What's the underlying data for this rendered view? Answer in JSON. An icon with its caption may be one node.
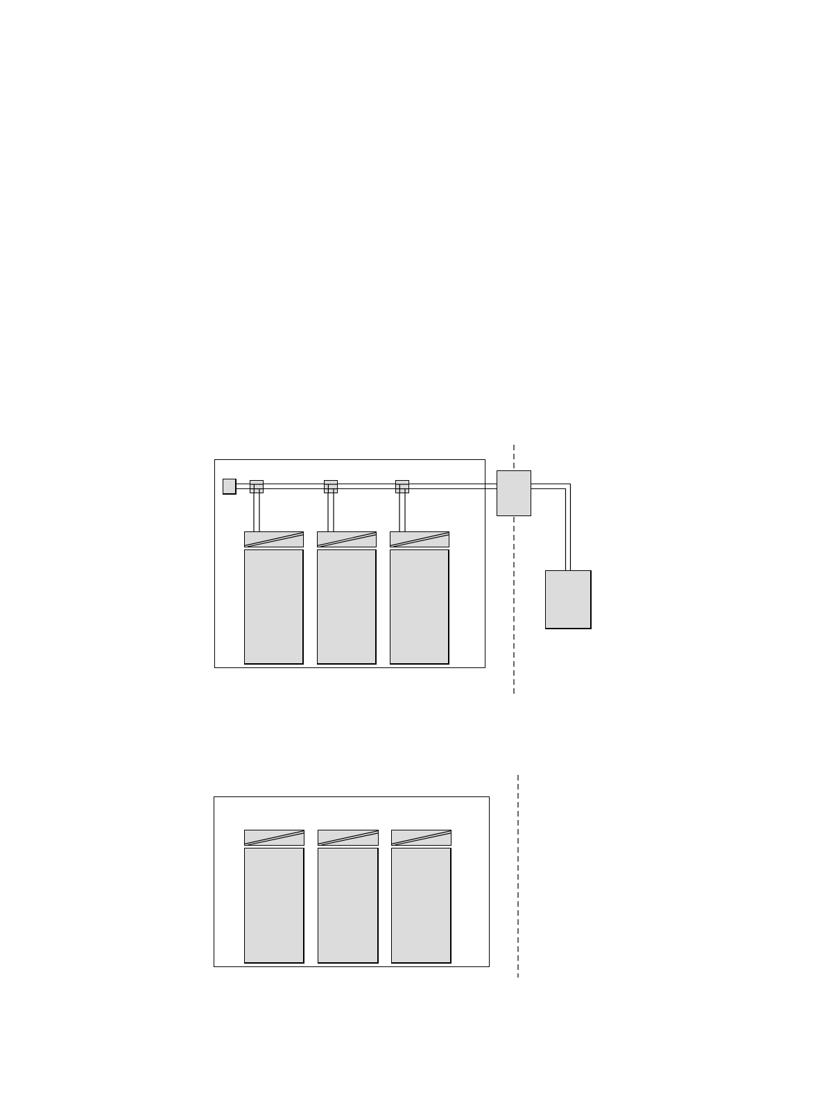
{
  "diagram": {
    "nodes": [
      {
        "text": [],
        "shape": "box"
      },
      {
        "text": [],
        "shape": "box",
        "in": 0
      },
      {
        "text": [],
        "shape": "box",
        "in": 0
      },
      {
        "text": [],
        "shape": "box",
        "in": 0
      },
      {
        "text": [],
        "shape": "box",
        "in": 0
      },
      {
        "text": [],
        "shape": "box",
        "in": 0
      },
      {
        "text": [],
        "shape": "box",
        "in": 0
      },
      {
        "text": [],
        "shape": "box",
        "in": 0
      },
      {
        "text": [],
        "shape": "box",
        "in": 0
      },
      {
        "text": [],
        "shape": "box",
        "in": 0
      },
      {
        "text": [],
        "shape": "box",
        "in": 0
      },
      {
        "text": [],
        "shape": "box"
      },
      {
        "text": [],
        "shape": "box"
      },
      {
        "text": [],
        "shape": "box"
      },
      {
        "text": [],
        "shape": "box",
        "in": 13
      },
      {
        "text": [],
        "shape": "box",
        "in": 13
      },
      {
        "text": [],
        "shape": "box",
        "in": 13
      },
      {
        "text": [],
        "shape": "box",
        "in": 13
      },
      {
        "text": [],
        "shape": "box",
        "in": 13
      },
      {
        "text": [],
        "shape": "box",
        "in": 13
      }
    ],
    "edges": [
      {
        "from": 1,
        "to": 2,
        "arrow": "none"
      },
      {
        "from": 2,
        "to": 3,
        "arrow": "none"
      },
      {
        "from": 3,
        "to": 4,
        "arrow": "none"
      },
      {
        "from": 4,
        "to": 11,
        "arrow": "none"
      },
      {
        "from": 11,
        "to": 12,
        "arrow": "none"
      },
      {
        "from": 2,
        "to": 5,
        "arrow": "none"
      },
      {
        "from": 3,
        "to": 6,
        "arrow": "none"
      },
      {
        "from": 4,
        "to": 7,
        "arrow": "none"
      }
    ]
  }
}
